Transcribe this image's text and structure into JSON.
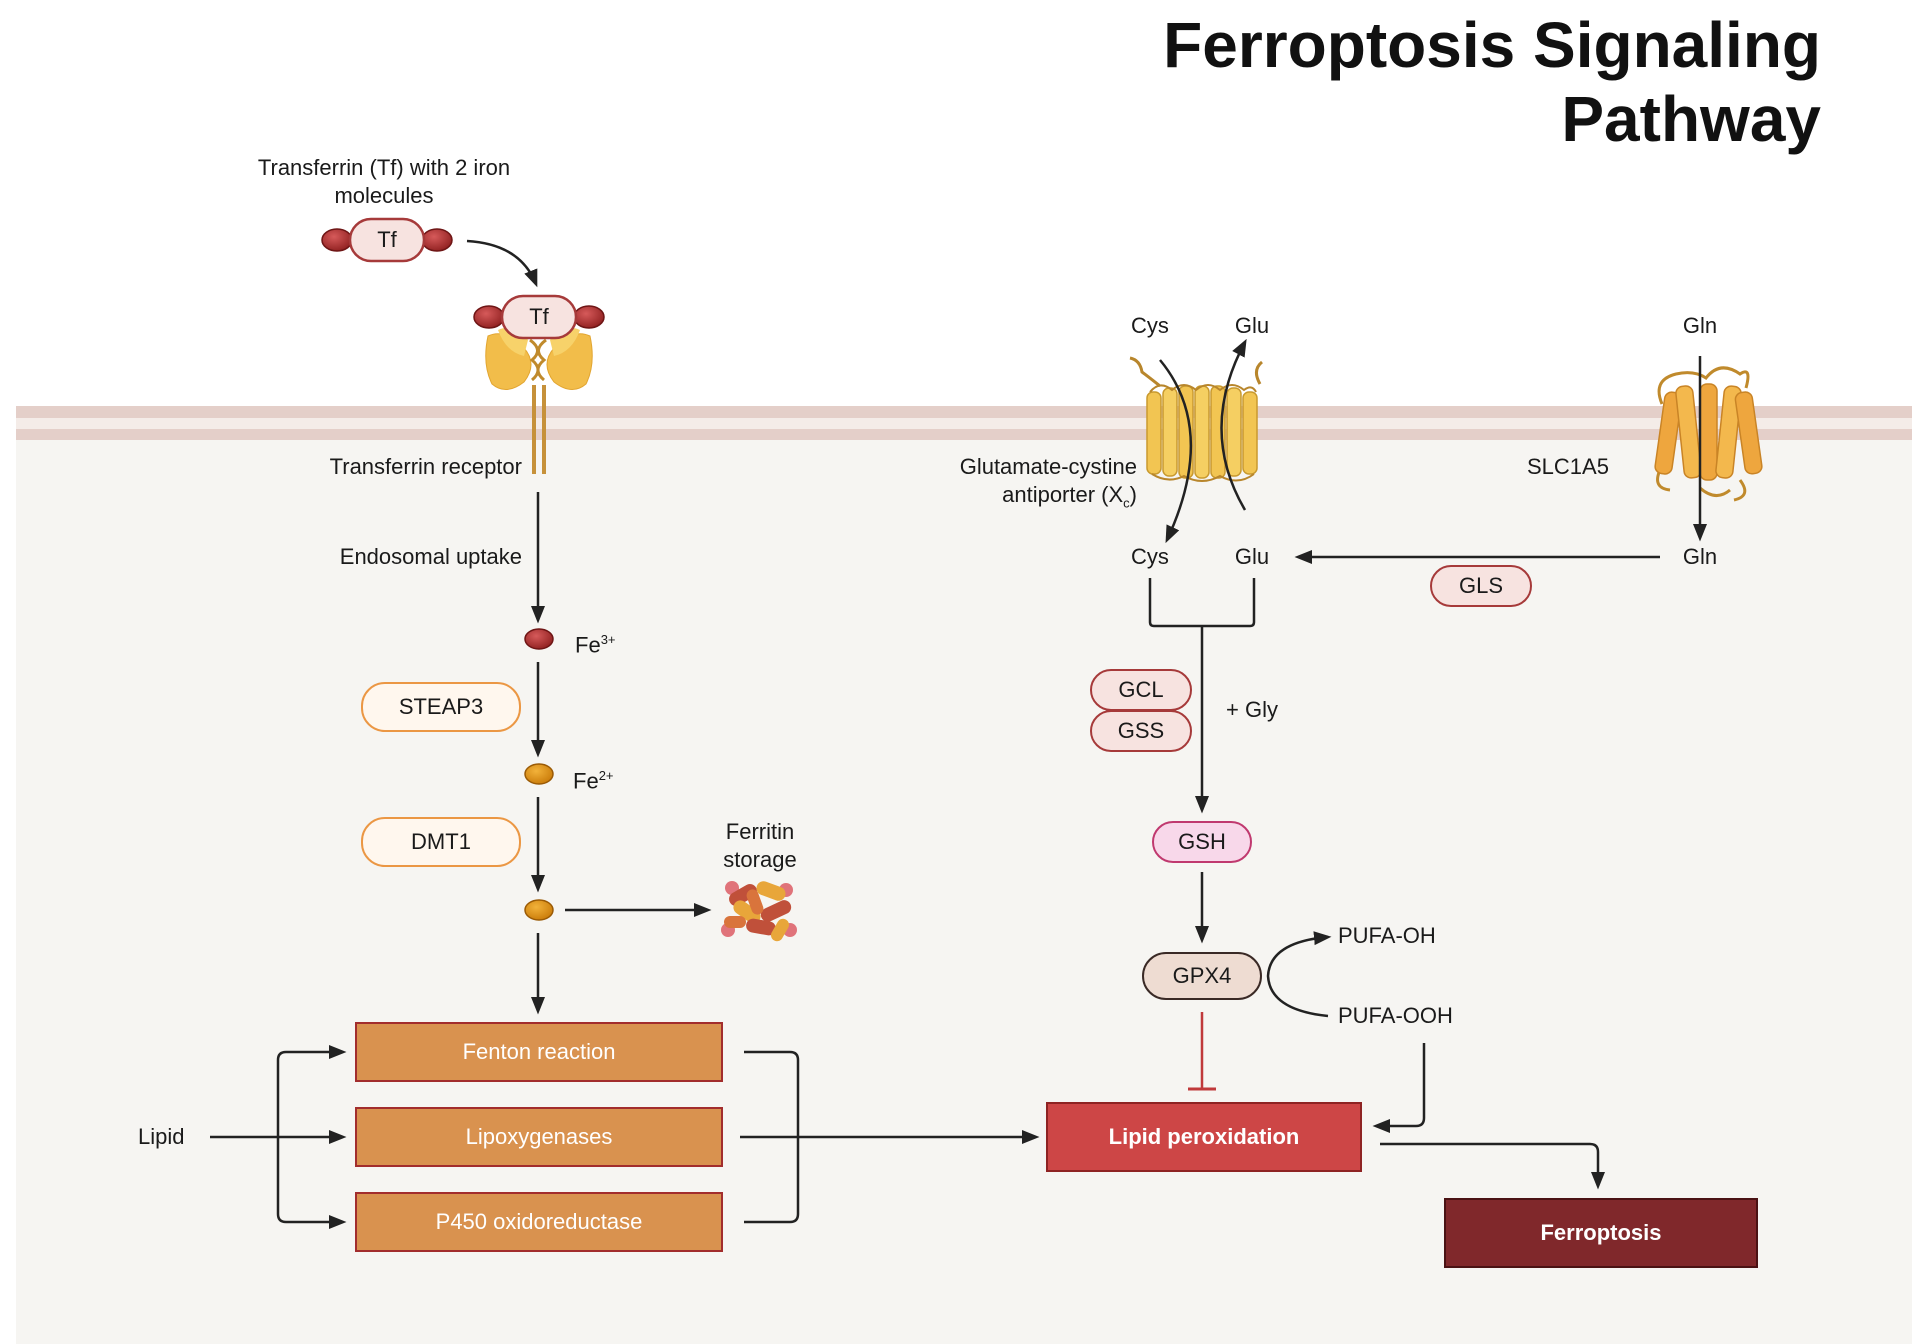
{
  "title": "Ferroptosis Signaling Pathway",
  "colors": {
    "background": "#f6f5f2",
    "membrane": "#e4cfc9",
    "iron3": "#a52a2a",
    "iron2": "#d98a0e",
    "transporter": "#ecc24c",
    "pathway_box": "#d9924f",
    "lipid_peroxidation": "#cd4646",
    "ferroptosis": "#80282b",
    "inhibit": "#c0393b"
  },
  "left": {
    "transferrin_caption": "Transferrin (Tf) with 2 iron molecules",
    "tf_label": "Tf",
    "tf_bound_label": "Tf",
    "receptor_label": "Transferrin receptor",
    "endosomal_uptake": "Endosomal uptake",
    "fe3_base": "Fe",
    "fe3_charge": "3+",
    "steap3": "STEAP3",
    "fe2_base": "Fe",
    "fe2_charge": "2+",
    "dmt1": "DMT1",
    "ferritin_storage": "Ferritin storage"
  },
  "middle": {
    "cys_out": "Cys",
    "glu_out": "Glu",
    "antiporter_label_main": "Glutamate-cystine antiporter (X",
    "antiporter_label_sub": "c",
    "antiporter_label_end": ")",
    "cys_in": "Cys",
    "glu_in": "Glu",
    "gcl": "GCL",
    "gss": "GSS",
    "gly": "+ Gly",
    "gsh": "GSH",
    "gpx4": "GPX4",
    "pufa_oh": "PUFA-OH",
    "pufa_ooh": "PUFA-OOH"
  },
  "right": {
    "gln_out": "Gln",
    "slc1a5": "SLC1A5",
    "gln_in": "Gln",
    "gls": "GLS"
  },
  "bottom": {
    "lipid": "Lipid",
    "fenton": "Fenton reaction",
    "lipoxygenases": "Lipoxygenases",
    "p450": "P450 oxidoreductase",
    "lipid_peroxidation": "Lipid peroxidation",
    "ferroptosis": "Ferroptosis"
  }
}
